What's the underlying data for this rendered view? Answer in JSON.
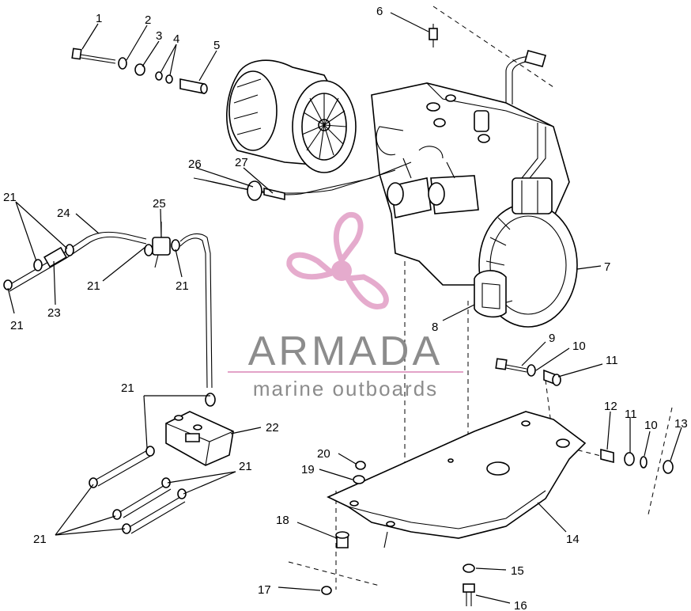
{
  "callouts": [
    {
      "id": "1",
      "label": "1"
    },
    {
      "id": "2",
      "label": "2"
    },
    {
      "id": "3",
      "label": "3"
    },
    {
      "id": "4",
      "label": "4"
    },
    {
      "id": "5",
      "label": "5"
    },
    {
      "id": "6",
      "label": "6"
    },
    {
      "id": "7",
      "label": "7"
    },
    {
      "id": "8",
      "label": "8"
    },
    {
      "id": "9",
      "label": "9"
    },
    {
      "id": "10a",
      "label": "10"
    },
    {
      "id": "11a",
      "label": "11"
    },
    {
      "id": "12",
      "label": "12"
    },
    {
      "id": "11b",
      "label": "11"
    },
    {
      "id": "10b",
      "label": "10"
    },
    {
      "id": "13",
      "label": "13"
    },
    {
      "id": "14",
      "label": "14"
    },
    {
      "id": "15",
      "label": "15"
    },
    {
      "id": "16",
      "label": "16"
    },
    {
      "id": "17",
      "label": "17"
    },
    {
      "id": "18",
      "label": "18"
    },
    {
      "id": "19",
      "label": "19"
    },
    {
      "id": "20",
      "label": "20"
    },
    {
      "id": "21a",
      "label": "21"
    },
    {
      "id": "21b",
      "label": "21"
    },
    {
      "id": "21c",
      "label": "21"
    },
    {
      "id": "21d",
      "label": "21"
    },
    {
      "id": "21e",
      "label": "21"
    },
    {
      "id": "21f",
      "label": "21"
    },
    {
      "id": "21g",
      "label": "21"
    },
    {
      "id": "22",
      "label": "22"
    },
    {
      "id": "23",
      "label": "23"
    },
    {
      "id": "24",
      "label": "24"
    },
    {
      "id": "25",
      "label": "25"
    },
    {
      "id": "26",
      "label": "26"
    },
    {
      "id": "27",
      "label": "27"
    }
  ],
  "watermark": {
    "brand": "ARMADA",
    "tagline": "marine outboards",
    "accent_color": "#e3a3c8",
    "text_color": "#8c8c8c"
  }
}
